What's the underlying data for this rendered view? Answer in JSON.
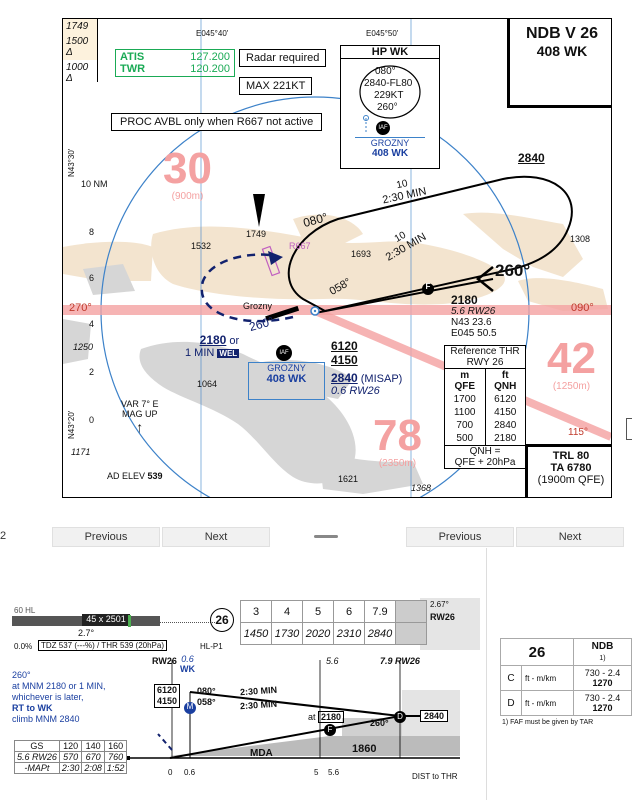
{
  "colors": {
    "water": "#3d82c9",
    "terrain": "#f3e4cf",
    "track": "#000000",
    "magenta": "#c05fc0",
    "salmon": "#f4a1a1",
    "blue": "#1a3fa0",
    "navy": "#12226e",
    "green": "#1aaa55"
  },
  "chart": {
    "title": "NDB V 26",
    "subtitle": "408 WK",
    "grid_lon_left": "E045°40'",
    "grid_lon_right": "E045°50'",
    "grid_lat_top": "N43°30'",
    "grid_lat_bottom": "N43°20'",
    "ring_label": "10 NM",
    "scale_marks": [
      "8",
      "6",
      "4",
      "2",
      "0"
    ],
    "alt_legend": [
      {
        "alt": "1749",
        "icon": ""
      },
      {
        "alt": "1500",
        "icon": "obstacle-icon"
      },
      {
        "alt": "1000",
        "icon": "obstacle-icon"
      }
    ],
    "atis": {
      "label": "ATIS",
      "freq": "127.200"
    },
    "twr": {
      "label": "TWR",
      "freq": "120.200"
    },
    "note_radar": "Radar required",
    "note_max": "MAX 221KT",
    "note_proc": "PROC AVBL only when R667 not active",
    "hold_box": {
      "title": "HP WK",
      "inbound": "080°",
      "levels": "2840-FL80",
      "speed": "229KT",
      "outbound": "260°",
      "iaf": "IAF",
      "beacon_name": "GROZNY",
      "beacon_freq": "408 WK"
    },
    "msa": [
      {
        "big": "30",
        "small": "(900m)"
      },
      {
        "big": "42",
        "small": "(1250m)"
      },
      {
        "big": "78",
        "small": "(2350m)"
      }
    ],
    "spot_elev": [
      "1749",
      "1532",
      "1693",
      "1308",
      "1064",
      "1621",
      "1250",
      "1171",
      "1368"
    ],
    "r667": "R667",
    "track_top": "2840",
    "track_label_1": "10",
    "track_time_1": "2:30 MIN",
    "track_label_2": "10",
    "track_time_2": "2:30 MIN",
    "bearing_080": "080°",
    "bearing_058": "058°",
    "bearing_260_right": "260°",
    "bearing_260_left": "260°",
    "course_270": "270°",
    "course_090": "090°",
    "course_115": "115°",
    "town": "Grozny",
    "f_symbol": "F",
    "fix_alt": "2180",
    "fix_dist": "5.6 RW26",
    "fix_lat": "N43 23.6",
    "fix_lon": "E045 50.5",
    "iaf_label": "IAF",
    "beacon_name": "GROZNY",
    "beacon_freq": "408 WK",
    "min_alt_a": "2180",
    "min_alt_or": "or",
    "min_alt_b": "1 MIN",
    "welt": "WEL",
    "miss_alt1": "6120",
    "miss_alt2": "4150",
    "misap_alt": "2840",
    "misap_label": "(MISAP)",
    "misap_dist": "0.6 RW26",
    "var": "VAR 7° E",
    "mag_up": "MAG UP",
    "ad_elev_label": "AD ELEV",
    "ad_elev": "539",
    "ref_table": {
      "title": "Reference THR",
      "title2": "RWY 26",
      "col1": "m",
      "col1b": "QFE",
      "col2": "ft",
      "col2b": "QNH",
      "rows": [
        [
          "1700",
          "6120"
        ],
        [
          "1100",
          "4150"
        ],
        [
          "700",
          "2840"
        ],
        [
          "500",
          "2180"
        ]
      ],
      "foot1": "QNH =",
      "foot2": "QFE + 20hPa"
    },
    "trl": "TRL 80",
    "ta": "TA 6780",
    "ta_m": "(1900m QFE)"
  },
  "pager": {
    "left_num": "2",
    "prev": "Previous",
    "next": "Next",
    "prev2": "Previous",
    "next2": "Next"
  },
  "profile": {
    "hl": "60 HL",
    "runway": "45 x 2501",
    "ga": "2.7°",
    "pct": "0.0%",
    "tdz": "TDZ 537 (---%) / THR 539 (20hPa)",
    "hl_p1": "HL-P1",
    "circle": "26",
    "dist_row": [
      "3",
      "4",
      "5",
      "6",
      "7.9"
    ],
    "alt_row": [
      "1450",
      "1730",
      "2020",
      "2310",
      "2840"
    ],
    "right_top": "2.67°",
    "right_rw": "RW26",
    "rw26_label": "RW26",
    "d06": "0.6",
    "wk": "WK",
    "d56": "5.6",
    "d79": "7.9 RW26",
    "m_label": "M",
    "text1": "260°",
    "text2": "at MNM 2180 or 1 MIN,",
    "text3": "whichever is later,",
    "text4": "RT to WK",
    "text5": "climb MNM 2840",
    "box_alt1": "6120",
    "box_alt2": "4150",
    "b080": "080°",
    "b058": "058°",
    "t1": "2:30 MIN",
    "t2": "2:30 MIN",
    "at_label": "at",
    "at_alt": "2180",
    "b260": "260°",
    "d_sym": "D",
    "f_sym": "F",
    "alt_2840": "2840",
    "mda": "MDA",
    "alt_1860": "1860",
    "axis0": "0",
    "axis06": "0.6",
    "axis5": "5",
    "axis56": "5.6",
    "axis_label": "DIST to THR",
    "gs_header": [
      "GS",
      "120",
      "140",
      "160"
    ],
    "gs_row1": [
      "5.6 RW26",
      "570",
      "670",
      "760"
    ],
    "gs_row2": [
      "-MAPt",
      "2:30",
      "2:08",
      "1:52"
    ]
  },
  "side": {
    "header": "26",
    "header2": "NDB",
    "header2_sub": "1)",
    "rows": [
      {
        "cat": "C",
        "unit": "ft - m/km",
        "vals": "730 - 2.4",
        "alt": "1270"
      },
      {
        "cat": "D",
        "unit": "ft - m/km",
        "vals": "730 - 2.4",
        "alt": "1270"
      }
    ],
    "footnote": "1) FAF must be given by TAR"
  }
}
